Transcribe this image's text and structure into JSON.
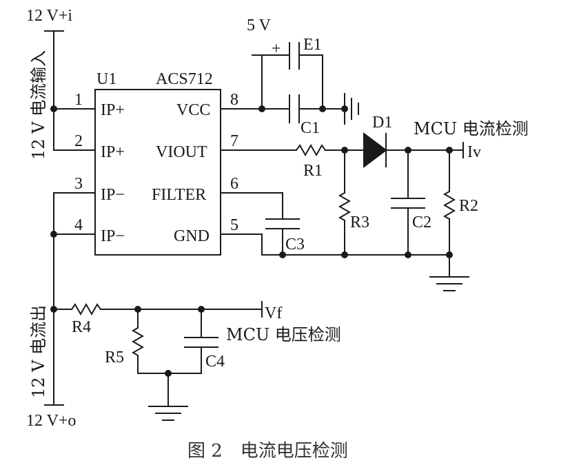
{
  "labels": {
    "input_top": "12 V+i",
    "input_vertical": "12 V 电流输入",
    "output_bottom": "12 V+o",
    "output_vertical": "12 V 电流出",
    "supply": "5 V",
    "chip_ref": "U1",
    "chip_part": "ACS712",
    "plus_sign": "+"
  },
  "pins": [
    {
      "num": "1",
      "name": "IP+"
    },
    {
      "num": "2",
      "name": "IP+"
    },
    {
      "num": "3",
      "name": "IP−"
    },
    {
      "num": "4",
      "name": "IP−"
    },
    {
      "num": "8",
      "name": "VCC"
    },
    {
      "num": "7",
      "name": "VIOUT"
    },
    {
      "num": "6",
      "name": "FILTER"
    },
    {
      "num": "5",
      "name": "GND"
    }
  ],
  "components": {
    "E1": "E1",
    "C1": "C1",
    "C2": "C2",
    "C3": "C3",
    "C4": "C4",
    "R1": "R1",
    "R2": "R2",
    "R3": "R3",
    "R4": "R4",
    "R5": "R5",
    "D1": "D1"
  },
  "nets": {
    "iv_port": "Iv",
    "vf_port": "Vf",
    "mcu_current": "MCU 电流检测",
    "mcu_voltage": "MCU 电压检测"
  },
  "caption": "图 2　电流电压检测"
}
